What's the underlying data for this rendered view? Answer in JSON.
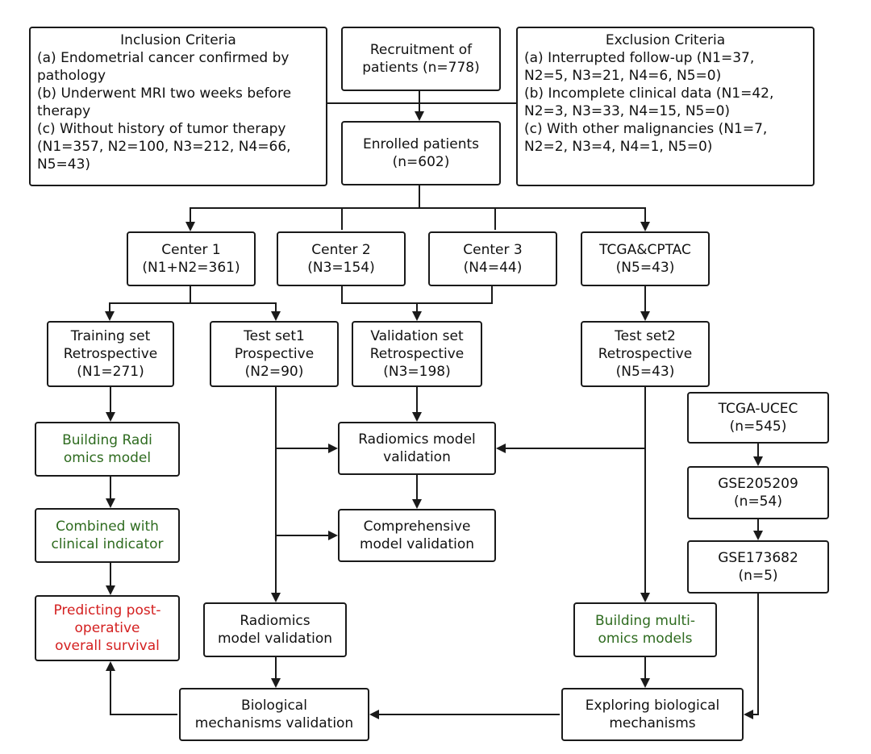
{
  "colors": {
    "green_text": "#2e6b1f",
    "red_text": "#d42020",
    "border": "#1a1a1a"
  },
  "inclusion": {
    "title": "Inclusion Criteria",
    "lines": [
      "(a) Endometrial cancer confirmed by",
      "pathology",
      "(b) Underwent MRI two weeks before",
      "therapy",
      "(c) Without history of tumor therapy",
      "(N1=357, N2=100, N3=212, N4=66,",
      "N5=43)"
    ]
  },
  "recruitment": {
    "lines": [
      "Recruitment of",
      "patients (n=778)"
    ]
  },
  "exclusion": {
    "title": "Exclusion Criteria",
    "lines": [
      "(a) Interrupted follow-up (N1=37,",
      "N2=5, N3=21, N4=6, N5=0)",
      "(b) Incomplete clinical data (N1=42,",
      "N2=3, N3=33, N4=15, N5=0)",
      "(c) With other malignancies (N1=7,",
      "N2=2, N3=4, N4=1, N5=0)"
    ]
  },
  "enrolled": {
    "lines": [
      "Enrolled patients",
      "(n=602)"
    ]
  },
  "center1": {
    "lines": [
      "Center 1",
      "(N1+N2=361)"
    ]
  },
  "center2": {
    "lines": [
      "Center 2",
      "(N3=154)"
    ]
  },
  "center3": {
    "lines": [
      "Center 3",
      "(N4=44)"
    ]
  },
  "tcga_cptac": {
    "lines": [
      "TCGA&CPTAC",
      "(N5=43)"
    ]
  },
  "training_set": {
    "lines": [
      "Training set",
      "Retrospective",
      "(N1=271)"
    ]
  },
  "test_set1": {
    "lines": [
      "Test set1",
      "Prospective",
      "(N2=90)"
    ]
  },
  "validation_set": {
    "lines": [
      "Validation set",
      "Retrospective",
      "(N3=198)"
    ]
  },
  "test_set2": {
    "lines": [
      "Test set2",
      "Retrospective",
      "(N5=43)"
    ]
  },
  "tcga_ucec": {
    "lines": [
      "TCGA-UCEC",
      "(n=545)"
    ]
  },
  "building_radiomics": {
    "lines": [
      "Building Radi",
      "omics model"
    ]
  },
  "radiomics_validation_mid": {
    "lines": [
      "Radiomics model",
      "validation"
    ]
  },
  "gse205209": {
    "lines": [
      "GSE205209",
      "(n=54)"
    ]
  },
  "combined_clinical": {
    "lines": [
      "Combined with",
      "clinical indicator"
    ]
  },
  "comprehensive_validation": {
    "lines": [
      "Comprehensive",
      "model validation"
    ]
  },
  "gse173682": {
    "lines": [
      "GSE173682",
      "(n=5)"
    ]
  },
  "predicting_survival": {
    "lines": [
      "Predicting post-",
      "operative",
      "overall survival"
    ]
  },
  "radiomics_validation_low": {
    "lines": [
      "Radiomics",
      "model validation"
    ]
  },
  "building_multiomics": {
    "lines": [
      "Building multi-",
      "omics models"
    ]
  },
  "biological_validation": {
    "lines": [
      "Biological",
      "mechanisms validation"
    ]
  },
  "exploring_mechanisms": {
    "lines": [
      "Exploring biological",
      "mechanisms"
    ]
  }
}
